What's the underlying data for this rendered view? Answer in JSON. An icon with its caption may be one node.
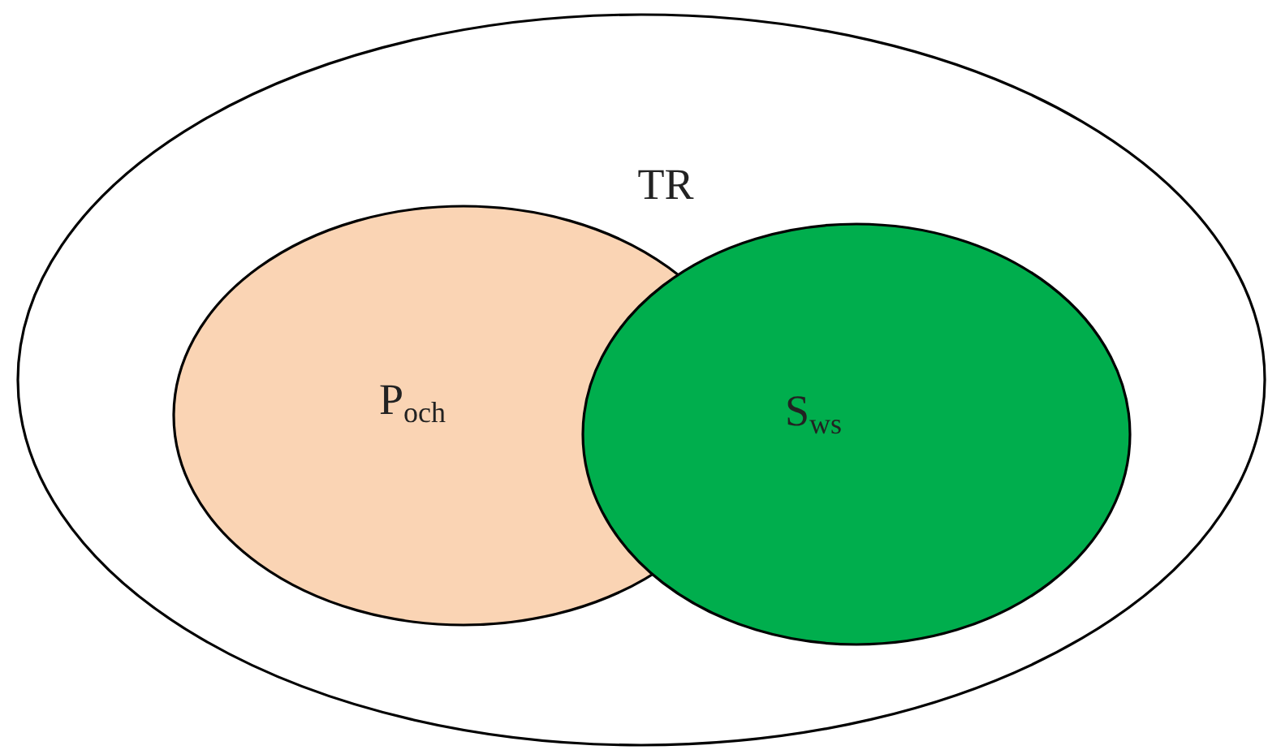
{
  "diagram": {
    "nodes": [
      {
        "text": [
          "TR"
        ]
      },
      {
        "text": [
          "P$_{och}$"
        ],
        "in": 0
      },
      {
        "text": [
          "S$_{ws}$"
        ],
        "in": 0
      }
    ]
  }
}
